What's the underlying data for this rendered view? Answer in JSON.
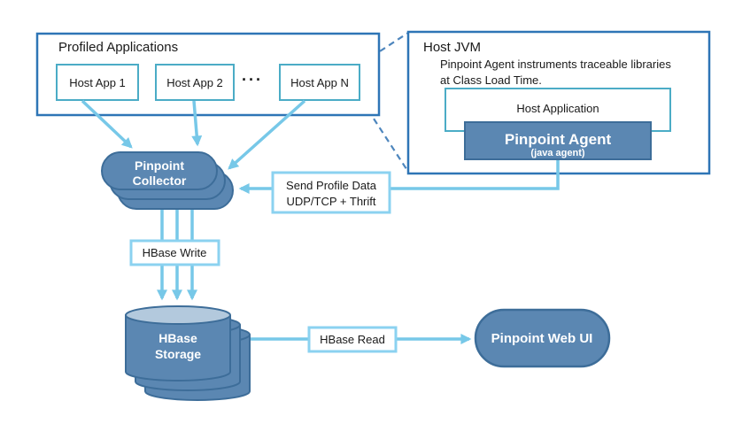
{
  "palette": {
    "primaryBorder": "#2e75b6",
    "tealBorder": "#4bacc6",
    "labelBoxBorder": "#8bd2f0",
    "arrowColor": "#77c8e8",
    "dashColor": "#4e86bd",
    "shapeFill": "#5b87b2",
    "shapeStroke": "#3d6d99",
    "cylinderTopFill": "#b3c9dd",
    "textDark": "#1a1a1a",
    "textWhite": "#ffffff"
  },
  "diagram": {
    "profiled_applications": {
      "title": "Profiled Applications",
      "apps": [
        "Host App 1",
        "Host App 2",
        "Host App N"
      ],
      "ellipsis": "···"
    },
    "host_jvm": {
      "title": "Host JVM",
      "description_line1": "Pinpoint Agent instruments traceable libraries",
      "description_line2": "at Class Load Time.",
      "host_application": "Host Application",
      "agent_name": "Pinpoint Agent",
      "agent_subtitle": "(java agent)"
    },
    "collector": {
      "line1": "Pinpoint",
      "line2": "Collector"
    },
    "labels": {
      "send_profile_line1": "Send Profile Data",
      "send_profile_line2": "UDP/TCP + Thrift",
      "hbase_write": "HBase Write",
      "hbase_read": "HBase Read"
    },
    "storage": {
      "line1": "HBase",
      "line2": "Storage"
    },
    "web_ui": "Pinpoint Web UI"
  }
}
